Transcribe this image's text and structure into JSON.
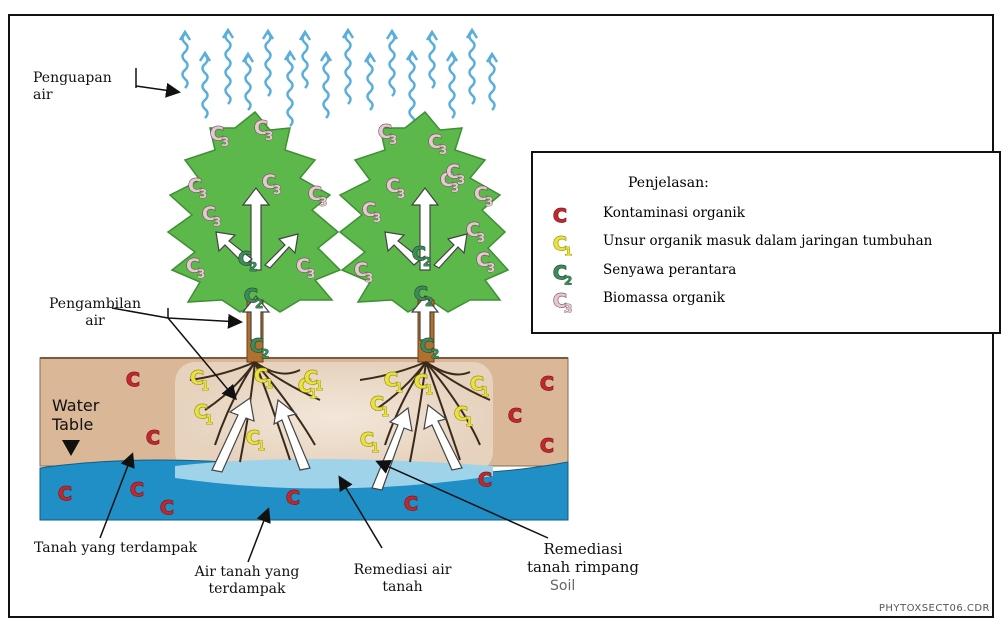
{
  "labels": {
    "evaporation_line1": "Penguapan",
    "evaporation_line2": "air",
    "uptake_line1": "Pengambilan",
    "uptake_line2": "air",
    "water_table_line1": "Water",
    "water_table_line2": "Table",
    "contaminated_soil": "Tanah yang terdampak",
    "contaminated_groundwater_line1": "Air tanah yang",
    "contaminated_groundwater_line2": "terdampak",
    "groundwater_remediation_line1": "Remediasi air",
    "groundwater_remediation_line2": "tanah",
    "rhizosphere_remediation_line1": "Remediasi",
    "rhizosphere_remediation_line2": "tanah rimpang",
    "soil_fragment": "Soil"
  },
  "legend": {
    "title": "Penjelasan:",
    "items": [
      {
        "symbol": "C",
        "sub": "",
        "color": "#c0282d",
        "text": "Kontaminasi organik"
      },
      {
        "symbol": "C",
        "sub": "1",
        "color": "#e8e23a",
        "text": "Unsur organik masuk dalam jaringan tumbuhan"
      },
      {
        "symbol": "C",
        "sub": "2",
        "color": "#3f8a5a",
        "text": "Senyawa perantara"
      },
      {
        "symbol": "C",
        "sub": "3",
        "color": "#e6c8d2",
        "text": "Biomassa organik"
      }
    ]
  },
  "markers": {
    "c": "C",
    "c1": "1",
    "c2": "2",
    "c3": "3"
  },
  "credit": "PHYTOXSECT06.CDR",
  "colors": {
    "vapor": "#5aaedc",
    "foliage": "#5cb84a",
    "foliage_dark": "#3f8f35",
    "soil": "#d9b797",
    "root_zone": "#ecdccb",
    "groundwater": "#1f8fc6",
    "groundwater_light": "#9fd3ea",
    "root": "#3a2a1c",
    "trunk": "#b07030"
  }
}
